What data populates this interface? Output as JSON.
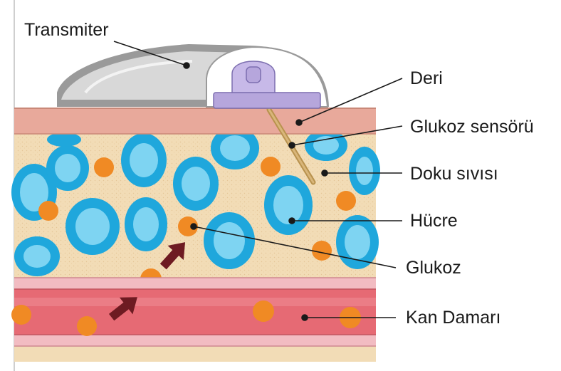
{
  "labels": {
    "transmitter": "Transmiter",
    "skin": "Deri",
    "glucose_sensor": "Glukoz sensörü",
    "tissue_fluid": "Doku sıvısı",
    "cell": "Hücre",
    "glucose": "Glukoz",
    "blood_vessel": "Kan Damarı"
  },
  "colors": {
    "skin": "#e8a99b",
    "tissue": "#f2dcb6",
    "cell_outer": "#1fa7dc",
    "cell_inner": "#7ed4f2",
    "glucose": "#f08a24",
    "vessel": "#e66a74",
    "vessel_wall": "#f2bcc2",
    "arrow": "#6e1b22",
    "transmitter_body": "#c9c9c9",
    "sensor_base": "#b6a6dc"
  }
}
